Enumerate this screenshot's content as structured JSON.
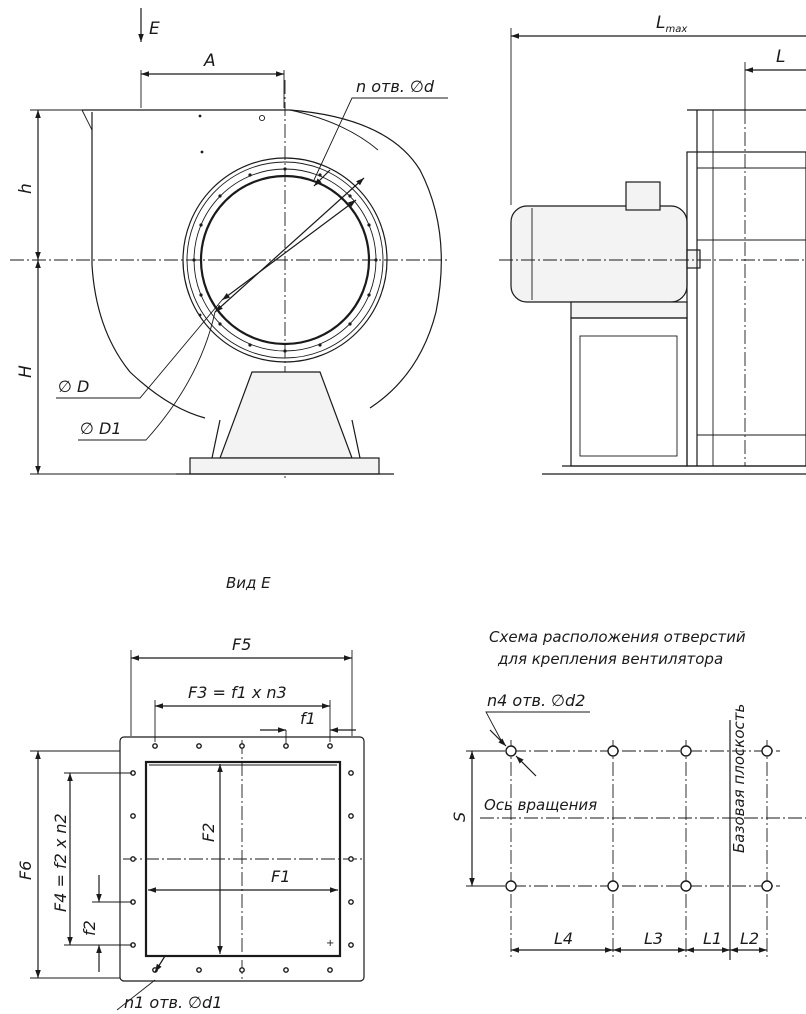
{
  "labels": {
    "E": "E",
    "A": "A",
    "n_holes": "n отв. ∅d",
    "h": "h",
    "H": "H",
    "D": "∅ D",
    "D1": "∅ D1",
    "Lmax_main": "L",
    "Lmax_sub": "max",
    "L": "L",
    "view_e": "Вид E",
    "F5": "F5",
    "F3": "F3 = f1 x n3",
    "f1": "f1",
    "F6": "F6",
    "F4": "F4 = f2 x n2",
    "f2": "f2",
    "F2": "F2",
    "F1": "F1",
    "n1_holes": "n1 отв. ∅d1",
    "scheme_title_1": "Схема расположения отверстий",
    "scheme_title_2": "для крепления вентилятора",
    "n4_holes": "n4 отв. ∅d2",
    "S": "S",
    "rotation_axis": "Ось вращения",
    "base_plane": "Базовая плоскость",
    "L4": "L4",
    "L3": "L3",
    "L1": "L1",
    "L2": "L2"
  }
}
